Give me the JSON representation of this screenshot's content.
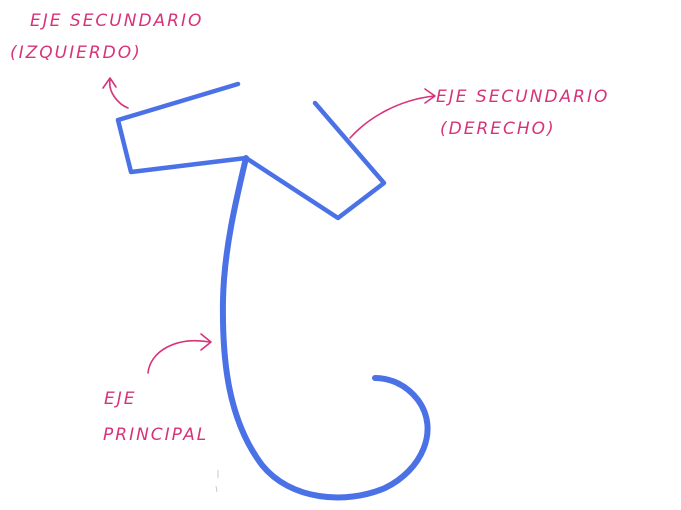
{
  "labels": {
    "left_secondary_line1": "EJE SECUNDARIO",
    "left_secondary_line2": "(IZQUIERDO)",
    "right_secondary_line1": "EJE SECUNDARIO",
    "right_secondary_line2": "(DERECHO)",
    "main_line1": "EJE",
    "main_line2": "PRINCIPAL"
  },
  "colors": {
    "axis_stroke": "#4a72e6",
    "annotation": "#d8327a",
    "background": "#ffffff"
  }
}
